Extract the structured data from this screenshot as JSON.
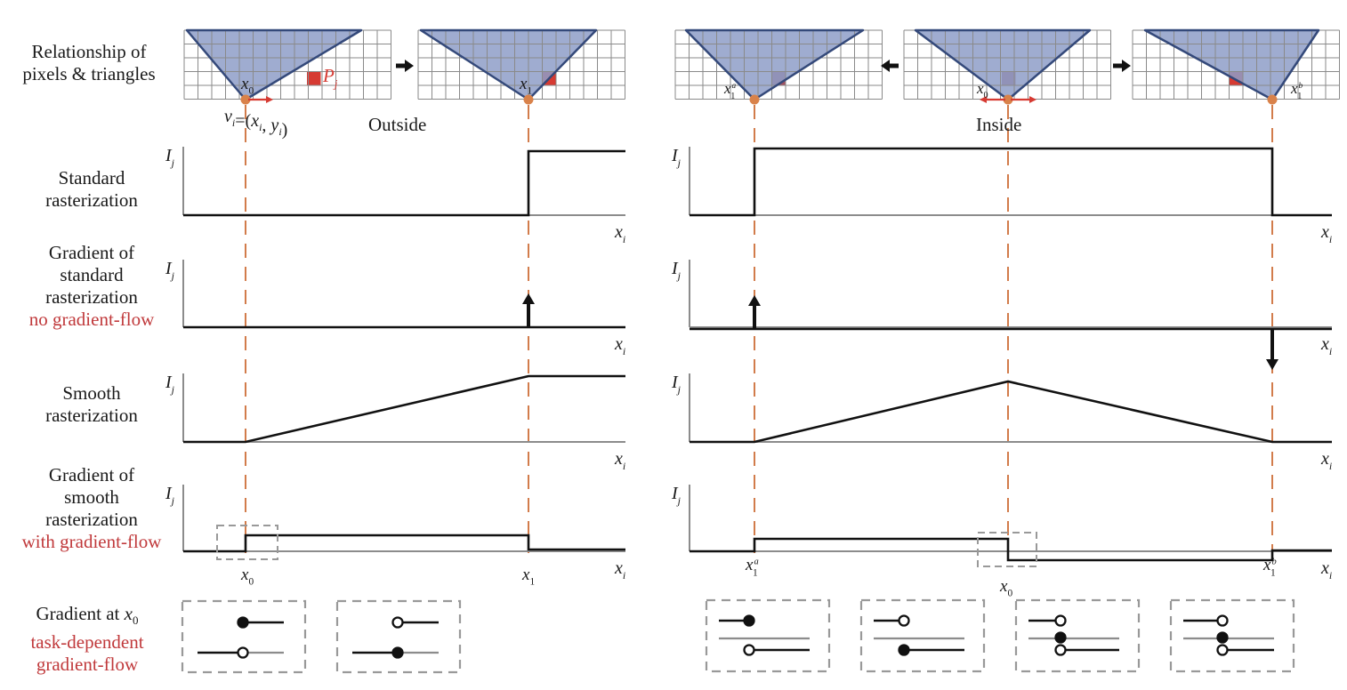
{
  "row_labels": {
    "relationship": [
      "Relationship of",
      "pixels & triangles"
    ],
    "standard": [
      "Standard",
      "rasterization"
    ],
    "gradient_standard": [
      "Gradient of",
      "standard",
      "rasterization"
    ],
    "gradient_standard_note": "no gradient-flow",
    "smooth": [
      "Smooth",
      "rasterization"
    ],
    "gradient_smooth": [
      "Gradient of",
      "smooth",
      "rasterization"
    ],
    "gradient_smooth_note": "with gradient-flow",
    "gradient_at_x0": "Gradient at",
    "gradient_at_x0_var": "x",
    "gradient_at_x0_sub": "0",
    "gradient_at_x0_note": [
      "task-dependent",
      "gradient-flow"
    ]
  },
  "cases": {
    "outside": "Outside",
    "inside": "Inside"
  },
  "symbols": {
    "y_axis": "I",
    "y_axis_sub": "j",
    "x_axis": "x",
    "x_axis_sub": "i",
    "pixel": "P",
    "pixel_sub": "j",
    "vertex": "v",
    "vertex_sub": "i",
    "vertex_def": "=(x",
    "vertex_def_2": ", y",
    "vertex_def_end": ")",
    "x0": "x",
    "x0_sub": "0",
    "x1": "x",
    "x1_sub": "1",
    "x1a_sup": "a",
    "x1b_sup": "b"
  },
  "colors": {
    "triangle_fill": "#8e9dc8",
    "triangle_edge": "#34497a",
    "grid": "#8a8a8a",
    "pixel_red": "#d63a32",
    "pixel_dim": "#a25060",
    "vertex_orange": "#d9824a",
    "dashed_guide": "#d27c4b",
    "axis_gray": "#8c8c8c",
    "curve": "#111111",
    "box_dash": "#999999",
    "note_red": "#c0393b"
  },
  "panels": {
    "outside": {
      "markers": [
        "x0",
        "x1"
      ],
      "standard": "step up at x1",
      "gradient_standard": "impulse up at x1",
      "smooth": "ramp from x0 to x1, then flat",
      "gradient_smooth": "positive constant between x0 and x1"
    },
    "inside": {
      "markers": [
        "x1a",
        "x0",
        "x1b"
      ],
      "standard": "high between x1a and x1b",
      "gradient_standard": "impulse up at x1a, impulse down at x1b",
      "smooth": "triangle peak at x0",
      "gradient_smooth": "positive from x1a to x0, negative from x0 to x1b"
    }
  },
  "gradient_boxes": {
    "outside": [
      {
        "upper": "filled",
        "lower": "open"
      },
      {
        "upper": "open",
        "lower": "filled"
      }
    ],
    "inside": [
      {
        "upper": "filled",
        "middle": "none",
        "lower": "open"
      },
      {
        "upper": "open",
        "middle": "none",
        "lower": "filled"
      },
      {
        "upper": "open",
        "middle": "filled",
        "lower": "open"
      },
      {
        "upper": "open",
        "middle": "filled",
        "lower": "open"
      }
    ]
  }
}
